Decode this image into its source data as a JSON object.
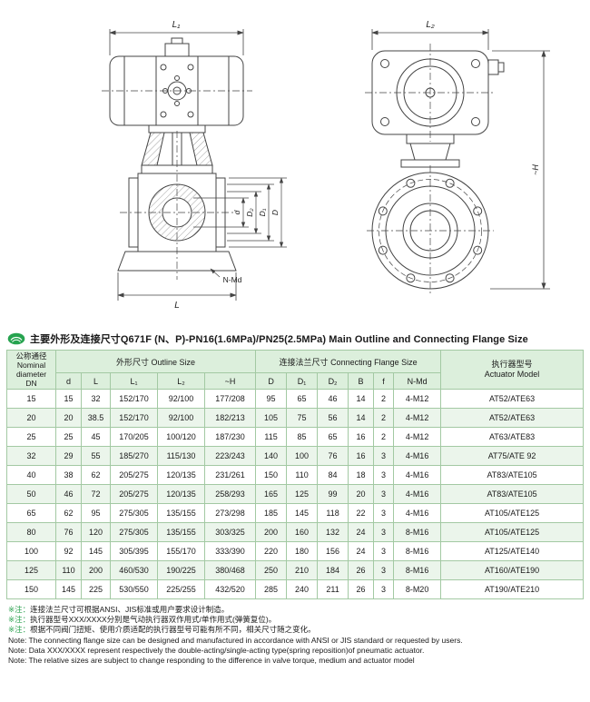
{
  "colors": {
    "accent_green": "#2fa352",
    "table_border": "#a3c9a3",
    "table_header_bg": "#dcefdc",
    "table_alt_row_bg": "#ebf5eb",
    "drawing_line": "#444444"
  },
  "icons": {
    "brand_logo": "green-oval-brand-mark"
  },
  "title": {
    "text": "主要外形及连接尺寸Q671F (N、P)-PN16(1.6MPa)/PN25(2.5MPa) Main Outline and Connecting Flange Size"
  },
  "drawing": {
    "front": {
      "labels": {
        "L1": "L₁",
        "d": "d",
        "D2": "D₂",
        "D1": "D₁",
        "D": "D",
        "NMd": "N-Md",
        "L": "L"
      }
    },
    "side": {
      "labels": {
        "L2": "L₂",
        "H": "~H"
      }
    }
  },
  "table": {
    "col_group_headers": {
      "dn": {
        "zh": "公称通径",
        "en1": "Nominal",
        "en2": "diameter",
        "en3": "DN"
      },
      "outline": {
        "zh": "外形尺寸",
        "en": "Outline Size"
      },
      "flange": {
        "zh": "连接法兰尺寸",
        "en": "Connecting Flange Size"
      },
      "actuator": {
        "zh": "执行器型号",
        "en": "Actuator Model"
      }
    },
    "sub_headers": [
      "d",
      "L",
      "L₁",
      "L₂",
      "~H",
      "D",
      "D₁",
      "D₂",
      "B",
      "f",
      "N-Md"
    ],
    "rows": [
      [
        "15",
        "15",
        "32",
        "152/170",
        "92/100",
        "177/208",
        "95",
        "65",
        "46",
        "14",
        "2",
        "4-M12",
        "AT52/ATE63"
      ],
      [
        "20",
        "20",
        "38.5",
        "152/170",
        "92/100",
        "182/213",
        "105",
        "75",
        "56",
        "14",
        "2",
        "4-M12",
        "AT52/ATE63"
      ],
      [
        "25",
        "25",
        "45",
        "170/205",
        "100/120",
        "187/230",
        "115",
        "85",
        "65",
        "16",
        "2",
        "4-M12",
        "AT63/ATE83"
      ],
      [
        "32",
        "29",
        "55",
        "185/270",
        "115/130",
        "223/243",
        "140",
        "100",
        "76",
        "16",
        "3",
        "4-M16",
        "AT75/ATE 92"
      ],
      [
        "40",
        "38",
        "62",
        "205/275",
        "120/135",
        "231/261",
        "150",
        "110",
        "84",
        "18",
        "3",
        "4-M16",
        "AT83/ATE105"
      ],
      [
        "50",
        "46",
        "72",
        "205/275",
        "120/135",
        "258/293",
        "165",
        "125",
        "99",
        "20",
        "3",
        "4-M16",
        "AT83/ATE105"
      ],
      [
        "65",
        "62",
        "95",
        "275/305",
        "135/155",
        "273/298",
        "185",
        "145",
        "118",
        "22",
        "3",
        "4-M16",
        "AT105/ATE125"
      ],
      [
        "80",
        "76",
        "120",
        "275/305",
        "135/155",
        "303/325",
        "200",
        "160",
        "132",
        "24",
        "3",
        "8-M16",
        "AT105/ATE125"
      ],
      [
        "100",
        "92",
        "145",
        "305/395",
        "155/170",
        "333/390",
        "220",
        "180",
        "156",
        "24",
        "3",
        "8-M16",
        "AT125/ATE140"
      ],
      [
        "125",
        "110",
        "200",
        "460/530",
        "190/225",
        "380/468",
        "250",
        "210",
        "184",
        "26",
        "3",
        "8-M16",
        "AT160/ATE190"
      ],
      [
        "150",
        "145",
        "225",
        "530/550",
        "225/255",
        "432/520",
        "285",
        "240",
        "211",
        "26",
        "3",
        "8-M20",
        "AT190/ATE210"
      ]
    ]
  },
  "notes": [
    {
      "prefix": "※注：",
      "accent": true,
      "text": "连接法兰尺寸可根据ANSI、JIS标准或用户要求设计制造。"
    },
    {
      "prefix": "※注：",
      "accent": true,
      "text": "执行器型号XXX/XXXX分别是气动执行器双作用式/单作用式(弹簧复位)。"
    },
    {
      "prefix": "※注：",
      "accent": true,
      "text": "根据不同阀门扭矩、使用介质适配的执行器型号可能有所不同，相关尺寸随之变化。"
    },
    {
      "prefix": "Note: ",
      "accent": false,
      "text": "The connecting flange size can be designed and manufactured in accordance with ANSI or JIS standard or requested by users."
    },
    {
      "prefix": "Note: ",
      "accent": false,
      "text": "Data XXX/XXXX  represent respectively the double-acting/single-acting type(spring reposition)of pneumatic actuator."
    },
    {
      "prefix": "Note: ",
      "accent": false,
      "text": "The relative sizes are subject to change responding to the difference in valve torque, medium and actuator model"
    }
  ]
}
